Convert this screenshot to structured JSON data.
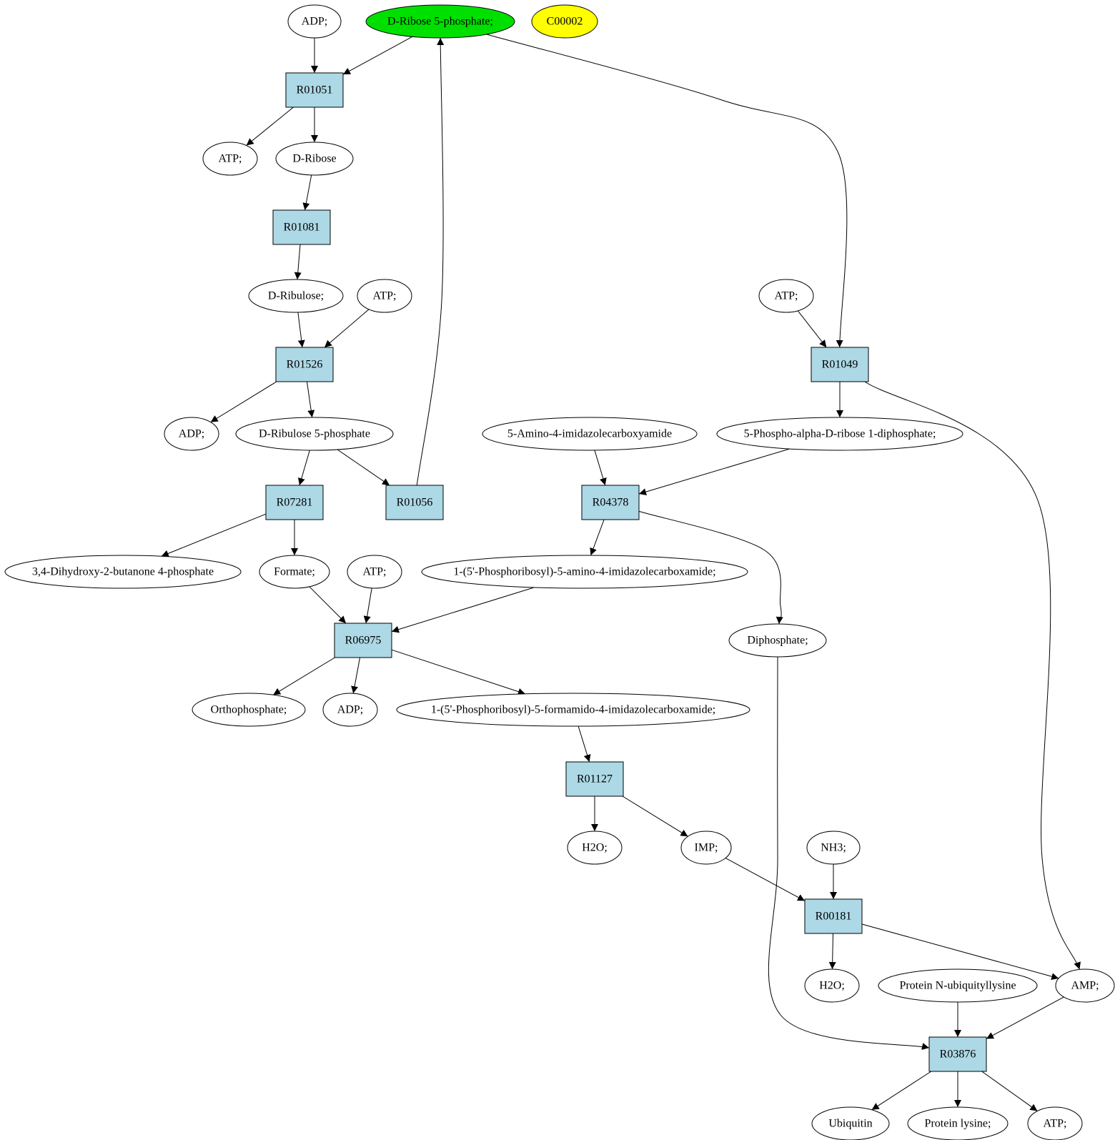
{
  "colors": {
    "compound_fill": "#ffffff",
    "highlight_fill": "#00e000",
    "query_fill": "#ffff00",
    "reaction_fill": "#add8e6",
    "stroke": "#000000"
  },
  "nodes": [
    {
      "id": "adp1",
      "kind": "compound",
      "label": "ADP;"
    },
    {
      "id": "r5p",
      "kind": "highlight",
      "label": "D-Ribose 5-phosphate;"
    },
    {
      "id": "c00002",
      "kind": "query",
      "label": "C00002"
    },
    {
      "id": "R01051",
      "kind": "reaction",
      "label": "R01051"
    },
    {
      "id": "atp1",
      "kind": "compound",
      "label": "ATP;"
    },
    {
      "id": "dribose",
      "kind": "compound",
      "label": "D-Ribose"
    },
    {
      "id": "R01081",
      "kind": "reaction",
      "label": "R01081"
    },
    {
      "id": "dribulose",
      "kind": "compound",
      "label": "D-Ribulose;"
    },
    {
      "id": "atp2",
      "kind": "compound",
      "label": "ATP;"
    },
    {
      "id": "atp3",
      "kind": "compound",
      "label": "ATP;"
    },
    {
      "id": "R01526",
      "kind": "reaction",
      "label": "R01526"
    },
    {
      "id": "R01049",
      "kind": "reaction",
      "label": "R01049"
    },
    {
      "id": "adp2",
      "kind": "compound",
      "label": "ADP;"
    },
    {
      "id": "ru5p",
      "kind": "compound",
      "label": "D-Ribulose 5-phosphate"
    },
    {
      "id": "aica",
      "kind": "compound",
      "label": "5-Amino-4-imidazolecarboxyamide"
    },
    {
      "id": "prpp",
      "kind": "compound",
      "label": "5-Phospho-alpha-D-ribose 1-diphosphate;"
    },
    {
      "id": "R07281",
      "kind": "reaction",
      "label": "R07281"
    },
    {
      "id": "R01056",
      "kind": "reaction",
      "label": "R01056"
    },
    {
      "id": "R04378",
      "kind": "reaction",
      "label": "R04378"
    },
    {
      "id": "dhbp",
      "kind": "compound",
      "label": "3,4-Dihydroxy-2-butanone 4-phosphate"
    },
    {
      "id": "formate",
      "kind": "compound",
      "label": "Formate;"
    },
    {
      "id": "atp4",
      "kind": "compound",
      "label": "ATP;"
    },
    {
      "id": "aicar",
      "kind": "compound",
      "label": "1-(5'-Phosphoribosyl)-5-amino-4-imidazolecarboxamide;"
    },
    {
      "id": "R06975",
      "kind": "reaction",
      "label": "R06975"
    },
    {
      "id": "diphosphate",
      "kind": "compound",
      "label": "Diphosphate;"
    },
    {
      "id": "ortho",
      "kind": "compound",
      "label": "Orthophosphate;"
    },
    {
      "id": "adp3",
      "kind": "compound",
      "label": "ADP;"
    },
    {
      "id": "faicar",
      "kind": "compound",
      "label": "1-(5'-Phosphoribosyl)-5-formamido-4-imidazolecarboxamide;"
    },
    {
      "id": "R01127",
      "kind": "reaction",
      "label": "R01127"
    },
    {
      "id": "h2o1",
      "kind": "compound",
      "label": "H2O;"
    },
    {
      "id": "imp",
      "kind": "compound",
      "label": "IMP;"
    },
    {
      "id": "nh3",
      "kind": "compound",
      "label": "NH3;"
    },
    {
      "id": "R00181",
      "kind": "reaction",
      "label": "R00181"
    },
    {
      "id": "h2o2",
      "kind": "compound",
      "label": "H2O;"
    },
    {
      "id": "pnul",
      "kind": "compound",
      "label": "Protein N-ubiquityllysine"
    },
    {
      "id": "amp",
      "kind": "compound",
      "label": "AMP;"
    },
    {
      "id": "R03876",
      "kind": "reaction",
      "label": "R03876"
    },
    {
      "id": "ubiquitin",
      "kind": "compound",
      "label": "Ubiquitin"
    },
    {
      "id": "plys",
      "kind": "compound",
      "label": "Protein lysine;"
    },
    {
      "id": "atp5",
      "kind": "compound",
      "label": "ATP;"
    }
  ],
  "edges": [
    {
      "from": "adp1",
      "to": "R01051"
    },
    {
      "from": "r5p",
      "to": "R01051"
    },
    {
      "from": "r5p",
      "to": "R01049"
    },
    {
      "from": "R01051",
      "to": "atp1"
    },
    {
      "from": "R01051",
      "to": "dribose"
    },
    {
      "from": "dribose",
      "to": "R01081"
    },
    {
      "from": "R01081",
      "to": "dribulose"
    },
    {
      "from": "dribulose",
      "to": "R01526"
    },
    {
      "from": "atp2",
      "to": "R01526"
    },
    {
      "from": "R01526",
      "to": "adp2"
    },
    {
      "from": "R01526",
      "to": "ru5p"
    },
    {
      "from": "ru5p",
      "to": "R07281"
    },
    {
      "from": "ru5p",
      "to": "R01056"
    },
    {
      "from": "R01056",
      "to": "r5p"
    },
    {
      "from": "atp3",
      "to": "R01049"
    },
    {
      "from": "R01049",
      "to": "prpp"
    },
    {
      "from": "R01049",
      "to": "amp"
    },
    {
      "from": "aica",
      "to": "R04378"
    },
    {
      "from": "prpp",
      "to": "R04378"
    },
    {
      "from": "R04378",
      "to": "aicar"
    },
    {
      "from": "R04378",
      "to": "diphosphate"
    },
    {
      "from": "R07281",
      "to": "dhbp"
    },
    {
      "from": "R07281",
      "to": "formate"
    },
    {
      "from": "formate",
      "to": "R06975"
    },
    {
      "from": "atp4",
      "to": "R06975"
    },
    {
      "from": "aicar",
      "to": "R06975"
    },
    {
      "from": "R06975",
      "to": "ortho"
    },
    {
      "from": "R06975",
      "to": "adp3"
    },
    {
      "from": "R06975",
      "to": "faicar"
    },
    {
      "from": "faicar",
      "to": "R01127"
    },
    {
      "from": "R01127",
      "to": "h2o1"
    },
    {
      "from": "R01127",
      "to": "imp"
    },
    {
      "from": "imp",
      "to": "R00181"
    },
    {
      "from": "nh3",
      "to": "R00181"
    },
    {
      "from": "R00181",
      "to": "h2o2"
    },
    {
      "from": "R00181",
      "to": "amp"
    },
    {
      "from": "diphosphate",
      "to": "R03876"
    },
    {
      "from": "pnul",
      "to": "R03876"
    },
    {
      "from": "amp",
      "to": "R03876"
    },
    {
      "from": "R03876",
      "to": "ubiquitin"
    },
    {
      "from": "R03876",
      "to": "plys"
    },
    {
      "from": "R03876",
      "to": "atp5"
    }
  ]
}
